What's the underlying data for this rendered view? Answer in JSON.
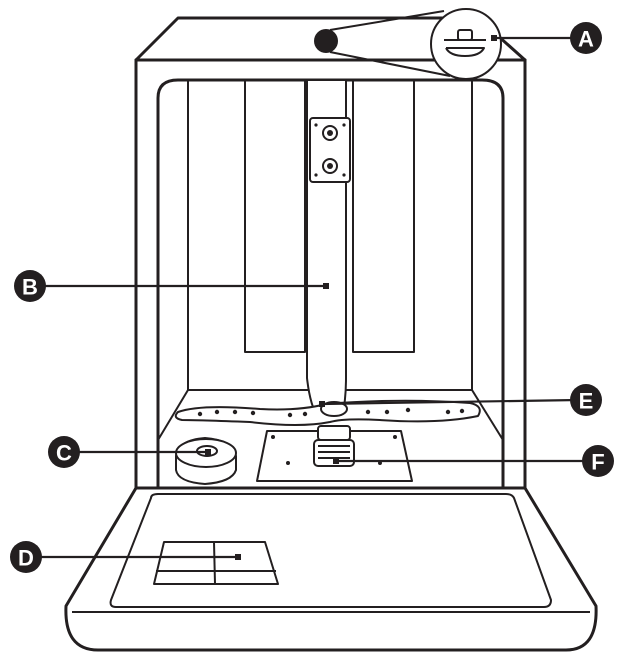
{
  "labels": {
    "a": "A",
    "b": "B",
    "c": "C",
    "d": "D",
    "e": "E",
    "f": "F"
  },
  "colors": {
    "ink": "#231f20",
    "background": "#ffffff"
  }
}
